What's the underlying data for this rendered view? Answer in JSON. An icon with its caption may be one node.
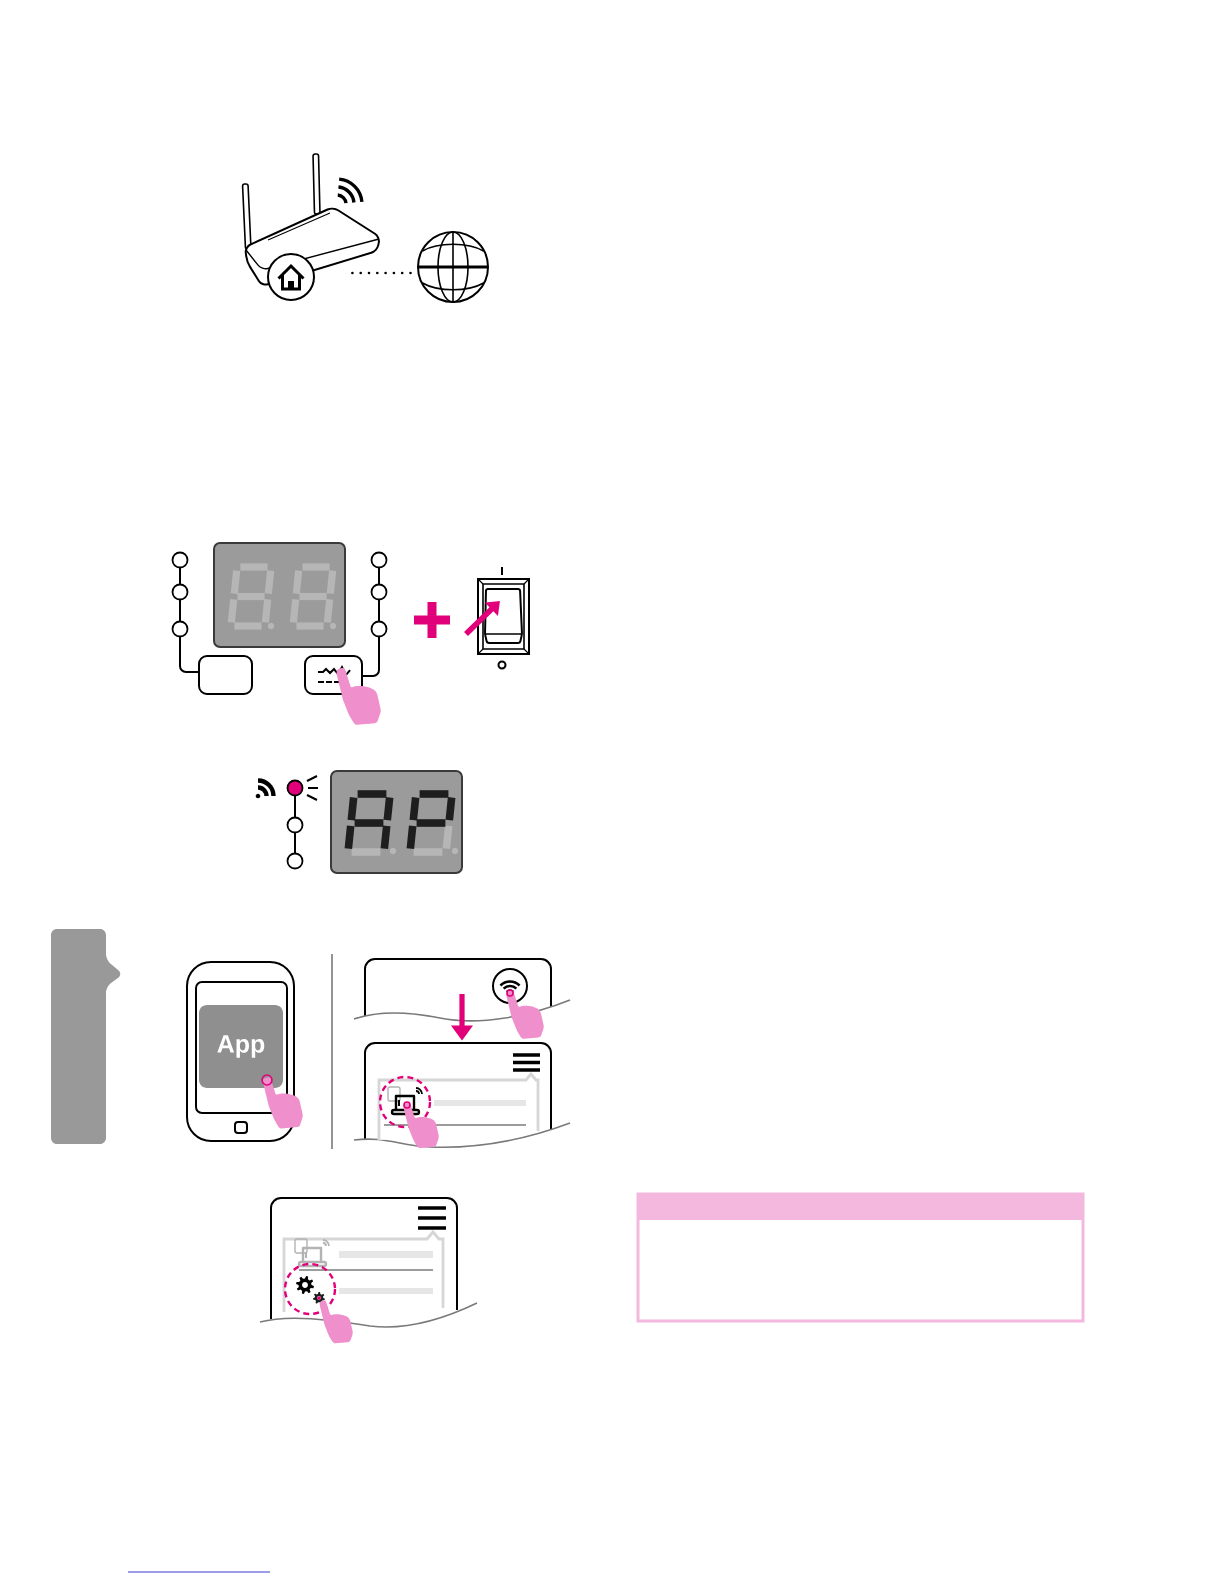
{
  "diagram": {
    "nodes": [
      {
        "text": [],
        "shape": "picture"
      },
      {
        "text": [],
        "shape": "picture"
      },
      {
        "text": [],
        "shape": "box"
      },
      {
        "text": [
          "App"
        ]
      },
      {
        "text": [],
        "shape": "box"
      },
      {
        "text": [],
        "shape": "box"
      }
    ],
    "edges": [
      {
        "from": 0,
        "to": 1,
        "arrow": "none",
        "style": "dashed"
      },
      {
        "from": 4,
        "to": 5,
        "arrow": "to",
        "style": "thick",
        "color": "#e2007a"
      }
    ]
  }
}
